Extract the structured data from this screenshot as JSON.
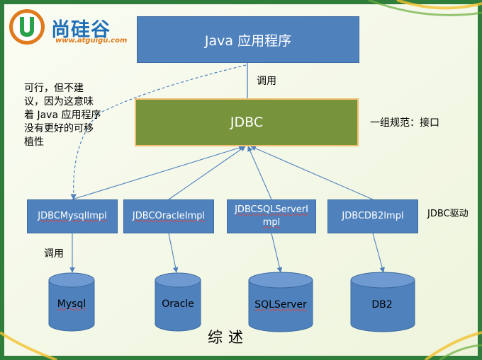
{
  "logo": {
    "text": "尚硅谷",
    "url_text": "www.atguigu.com"
  },
  "app": {
    "label": "Java 应用程序"
  },
  "jdbc": {
    "label": "JDBC",
    "note": "一组规范：接口"
  },
  "call_label_top": "调用",
  "call_label_left": "调用",
  "side_note": "可行，但不建议，因为这意味着 Java 应用程序没有更好的可移植性",
  "drivers": {
    "label": "JDBC驱动",
    "items": [
      "JDBCMysqlImpl",
      "JDBCOracleImpl",
      "JDBCSQLServerImpl",
      "JDBCDB2Impl"
    ]
  },
  "databases": [
    "Mysql",
    "Oracle",
    "SQLServer",
    "DB2"
  ],
  "summary": "综述",
  "colors": {
    "blue_box": "#4f81bd",
    "green_box": "#77933c",
    "cylinder": "#4f81bd",
    "logo_blue": "#1e6fb7",
    "logo_orange": "#e07a1d"
  }
}
